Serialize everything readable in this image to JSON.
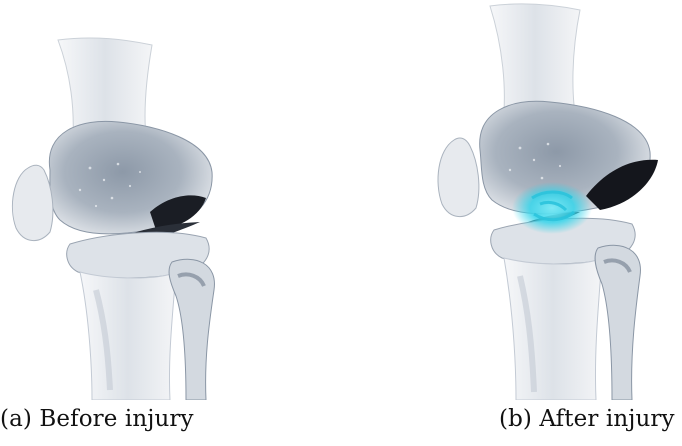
{
  "figure": {
    "panels": [
      {
        "caption": "(a) Before injury",
        "image": "knee-joint-healthy"
      },
      {
        "caption": "(b) After injury",
        "image": "knee-joint-injured",
        "highlight_color": "#33d4ea"
      }
    ],
    "colors": {
      "bone_light": "#eef0f3",
      "bone_mid": "#c3cad4",
      "bone_shadow": "#7d8898",
      "bone_dark": "#1a1d24",
      "injury": "#33d4ea"
    }
  }
}
